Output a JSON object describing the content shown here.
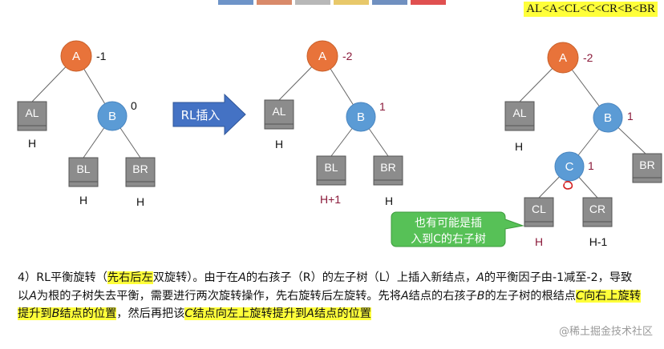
{
  "order_note": "AL<A<CL<C<CR<B<BR",
  "arrow_label": "RL插入",
  "callout": {
    "line1": "也有可能是插",
    "line2": "入到C的右子树"
  },
  "colors": {
    "node_a": "#e8733a",
    "node_b": "#5b9bd5",
    "box": "#8c8c8c",
    "highlight": "#ffff3a",
    "arrow": "#4472c4",
    "callout": "#57c157"
  },
  "tree1": {
    "a": "A",
    "a_bf": "-1",
    "b": "B",
    "b_bf": "0",
    "al": "AL",
    "al_h": "H",
    "bl": "BL",
    "bl_h": "H",
    "br": "BR",
    "br_h": "H"
  },
  "tree2": {
    "a": "A",
    "a_bf": "-2",
    "b": "B",
    "b_bf": "1",
    "al": "AL",
    "al_h": "H",
    "bl": "BL",
    "bl_h": "H+1",
    "br": "BR",
    "br_h": "H"
  },
  "tree3": {
    "a": "A",
    "a_bf": "-2",
    "b": "B",
    "b_bf": "1",
    "c": "C",
    "c_bf": "1",
    "al": "AL",
    "al_h": "H",
    "br": "BR",
    "cl": "CL",
    "cl_h": "H",
    "cr": "CR",
    "cr_h": "H-1"
  },
  "explanation": {
    "p1": "4）RL平衡旋转（",
    "p2": "先右后左",
    "p3": "双旋转）。由于在",
    "p4": "A",
    "p5": "的右孩子（R）的左子树（L）上插入新结点，",
    "p6": "A",
    "p7": "的平衡因子由-1减至-2，导致以",
    "p8": "A",
    "p9": "为根的子树失去平衡，需要进行两次旋转操作，先右旋转后左旋转。先将",
    "p10": "A",
    "p11": "结点的右孩子",
    "p12": "B",
    "p13": "的左子树的根结点",
    "p14": "C",
    "p15": "向右上旋转提升到",
    "p16": "B",
    "p17": "结点的位置",
    "p18": "，然后再把该",
    "p19": "C",
    "p20": "结点向左上旋转提升到",
    "p21": "A",
    "p22": "结点的位置"
  },
  "watermark": "@稀土掘金技术社区"
}
